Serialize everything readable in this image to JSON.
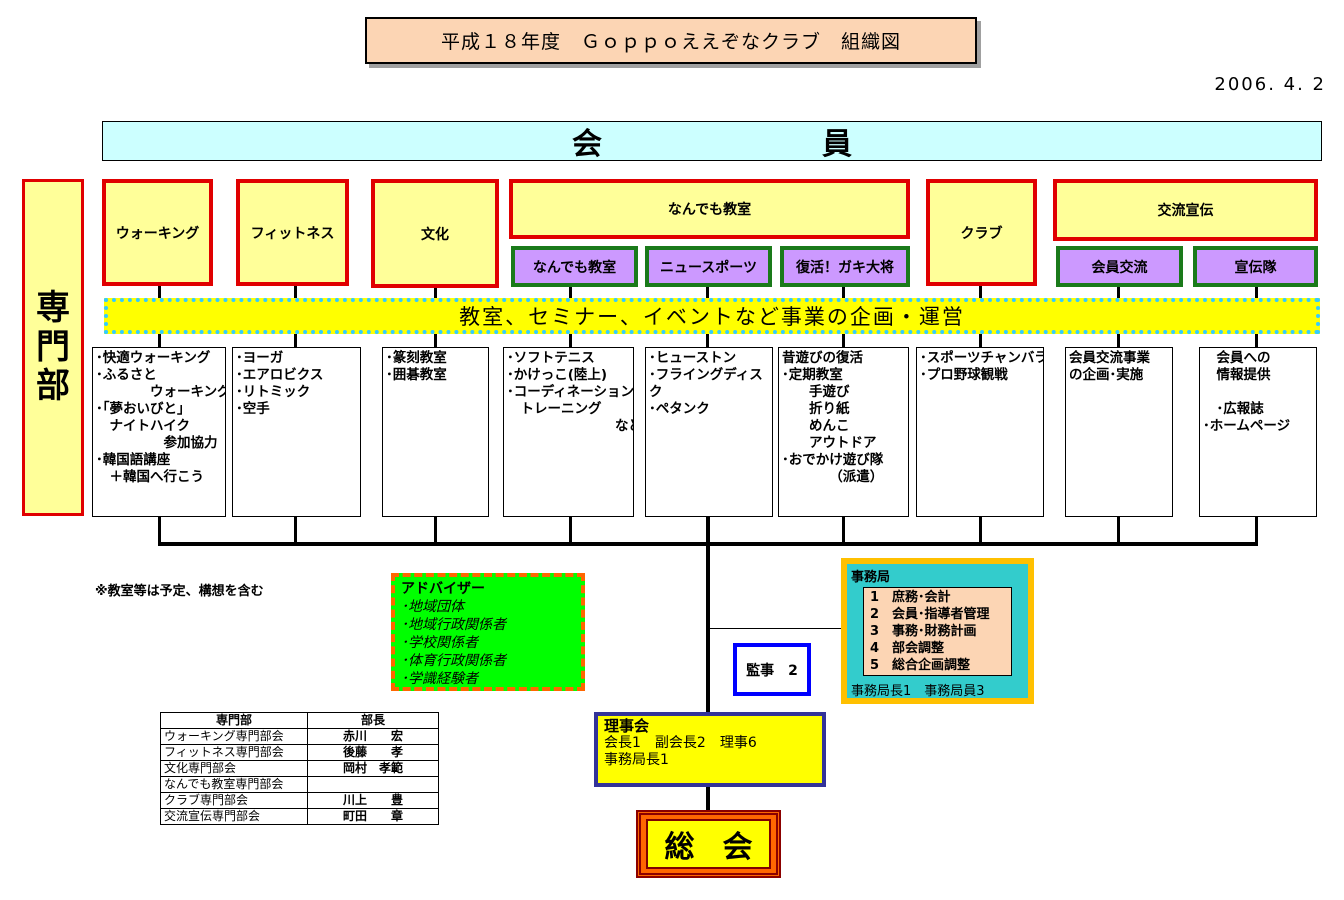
{
  "title": "平成１８年度　Ｇｏｐｐｏええぞなクラブ　組織図",
  "date": "2006. 4. 2",
  "members": [
    "会",
    "員"
  ],
  "senmon": [
    "専",
    "門",
    "部"
  ],
  "departments": {
    "walking": "ウォーキング",
    "fitness": "フィットネス",
    "bunka": "文化",
    "nandemo": "なんでも教室",
    "club": "クラブ",
    "kouryuu": "交流宣伝"
  },
  "subgroups": {
    "nandemo_kyoushitsu": "なんでも教室",
    "news_sports": "ニュースポーツ",
    "gaki_taishou": "復活！ガキ大将",
    "kaiin_kouryuu": "会員交流",
    "senden_tai": "宣伝隊"
  },
  "band": "教室、セミナー、イベントなど事業の企画・運営",
  "activities": {
    "walking": "･快適ウォーキング\n･ふるさと\n　　　　ウォーキング\n･｢夢おいびと｣\n　ナイトハイク\n　　　　　参加協力\n･韓国語講座\n　＋韓国へ行こう",
    "fitness": "･ヨーガ\n･エアロビクス\n･リトミック\n･空手",
    "bunka": "･篆刻教室\n･囲碁教室",
    "nandemo": "･ソフトテニス\n･かけっこ(陸上)\n･コーディネーション\n　トレーニング\n　　　　　　　　など",
    "news": "･ヒューストン\n･フライングディス\nク\n･ペタンク",
    "gaki": "昔遊びの復活\n･定期教室\n　　手遊び\n　　折り紙\n　　めんこ\n　　アウトドア\n･おでかけ遊び隊\n　　　　（派遣）",
    "club": "･スポーツチャンバラ\n･プロ野球観戦",
    "kouryuu": "会員交流事業\nの企画･実施",
    "senden": "　会員への\n　情報提供\n\n　･広報誌\n･ホームページ"
  },
  "note": "※教室等は予定、構想を含む",
  "advisor": {
    "heading": "アドバイザー",
    "items": [
      "･地域団体",
      "･地域行政関係者",
      "･学校関係者",
      "･体育行政関係者",
      "･学識経験者"
    ]
  },
  "kanji": "監事　2",
  "jimukyoku": {
    "heading": "事務局",
    "items": [
      "1　庶務･会計",
      "2　会員･指導者管理",
      "3　事務･財務計画",
      "4　部会調整",
      "5　総合企画調整"
    ],
    "footer": "事務局長1　事務局員3"
  },
  "rijikai": {
    "heading": "理事会",
    "line1": "会長1　副会長2　理事6",
    "line2": "事務局長1"
  },
  "soukai": [
    "総",
    "会"
  ],
  "heads_table": {
    "header": [
      "専門部",
      "部長"
    ],
    "rows": [
      [
        "ウォーキング専門部会",
        "赤川　　宏"
      ],
      [
        "フィットネス専門部会",
        "後藤　　孝"
      ],
      [
        "文化専門部会",
        "岡村　孝範"
      ],
      [
        "なんでも教室専門部会",
        ""
      ],
      [
        "クラブ専門部会",
        "川上　　豊"
      ],
      [
        "交流宣伝専門部会",
        "町田　　章"
      ]
    ]
  }
}
